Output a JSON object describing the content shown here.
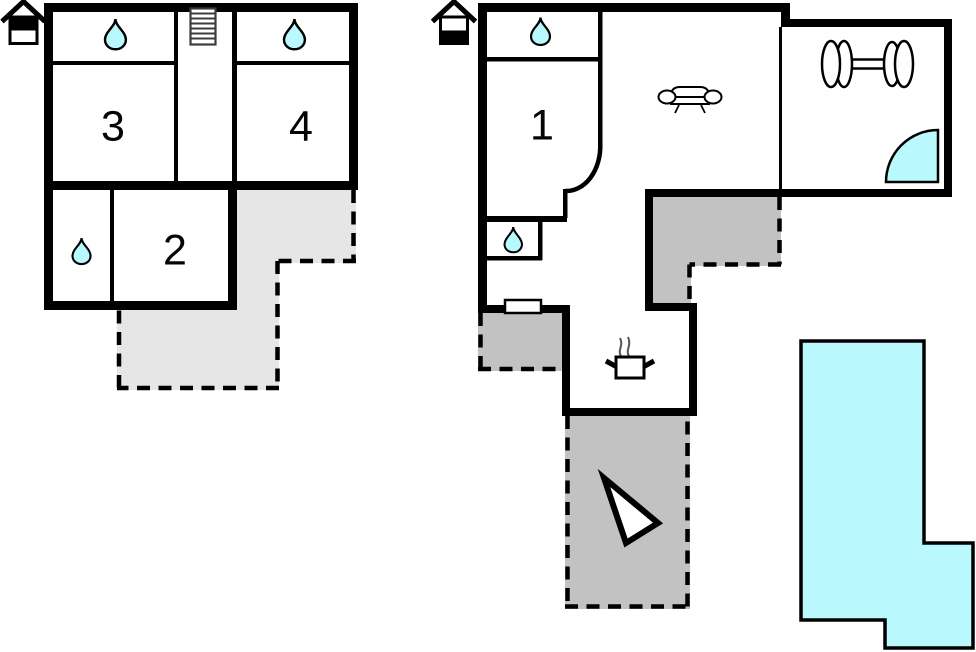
{
  "colors": {
    "wall": "#000000",
    "water": "#b9f8fd",
    "terrace_light": "#e6e6e6",
    "terrace_dark": "#c2c2c2",
    "background": "#ffffff",
    "stairs": "#3c3c3c"
  },
  "upper_plan": {
    "indicator_icon": "house-upper-floor-icon",
    "rooms": {
      "room3": "3",
      "room4": "4",
      "room2": "2"
    },
    "feature_icons": [
      "water-drop-icon",
      "water-drop-icon",
      "water-drop-icon",
      "stairs-icon"
    ],
    "outdoor_areas": [
      "terrace-dashed-area"
    ]
  },
  "ground_plan": {
    "indicator_icon": "house-ground-floor-icon",
    "rooms": {
      "room1": "1"
    },
    "feature_icons": [
      "water-drop-icon",
      "water-drop-icon",
      "sofa-icon",
      "dumbbell-icon",
      "shower-quarter-icon",
      "cooking-pot-icon",
      "direction-arrow-icon",
      "door-icon"
    ],
    "outdoor_areas": [
      "terrace-dashed-area",
      "terrace-dashed-area",
      "terrace-dashed-area",
      "swimming-pool"
    ]
  }
}
